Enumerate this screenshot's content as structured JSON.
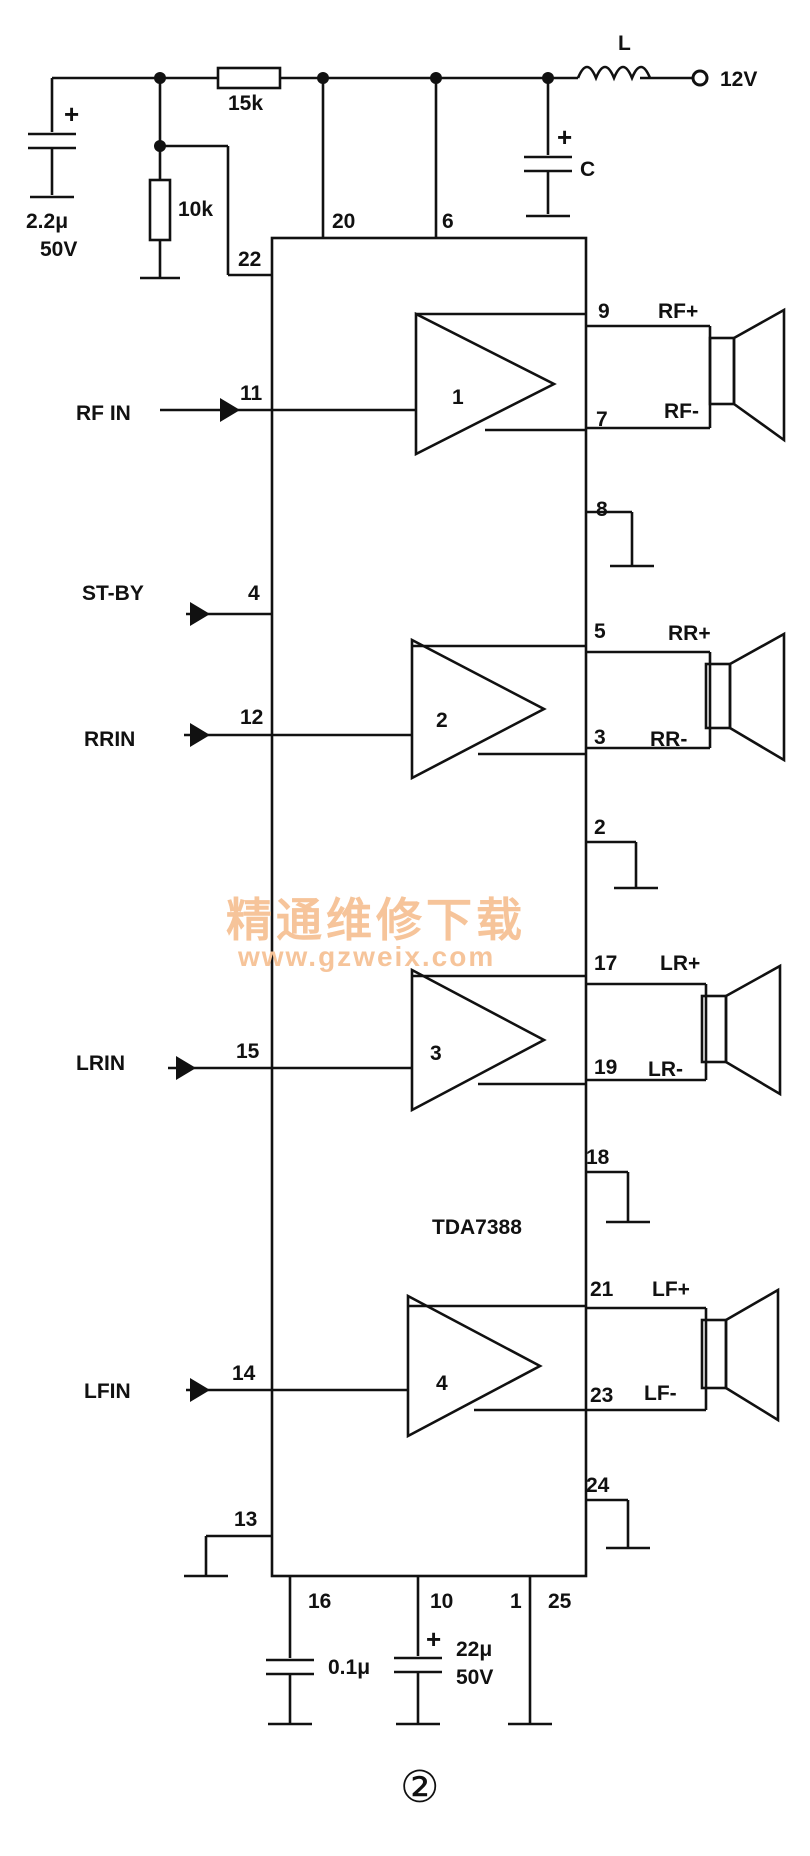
{
  "supply": {
    "voltage": "12V",
    "inductor": "L",
    "capacitor": "C"
  },
  "bias": {
    "cap_value": "2.2μ",
    "cap_voltage": "50V",
    "series_res": "15k",
    "shunt_res": "10k"
  },
  "ic": {
    "name": "TDA7388"
  },
  "pins": {
    "p20": "20",
    "p6": "6",
    "p22": "22",
    "p9": "9",
    "p7": "7",
    "p8": "8",
    "p11": "11",
    "p4": "4",
    "p12": "12",
    "p5": "5",
    "p3": "3",
    "p2": "2",
    "p17": "17",
    "p19": "19",
    "p18": "18",
    "p15": "15",
    "p14": "14",
    "p21": "21",
    "p23": "23",
    "p24": "24",
    "p13": "13",
    "p16": "16",
    "p10": "10",
    "p1": "1",
    "p25": "25"
  },
  "inputs": {
    "rf": "RF IN",
    "stby": "ST-BY",
    "rr": "RRIN",
    "lr": "LRIN",
    "lf": "LFIN"
  },
  "amps": {
    "a1": "1",
    "a2": "2",
    "a3": "3",
    "a4": "4"
  },
  "outputs": {
    "rf_pos": "RF+",
    "rf_neg": "RF-",
    "rr_pos": "RR+",
    "rr_neg": "RR-",
    "lr_pos": "LR+",
    "lr_neg": "LR-",
    "lf_pos": "LF+",
    "lf_neg": "LF-"
  },
  "bottom_caps": {
    "c16": "0.1μ",
    "c10_value": "22μ",
    "c10_voltage": "50V"
  },
  "watermark": {
    "cn": "精通维修下载",
    "url": "www.gzweix.com"
  },
  "figure_number": "②"
}
